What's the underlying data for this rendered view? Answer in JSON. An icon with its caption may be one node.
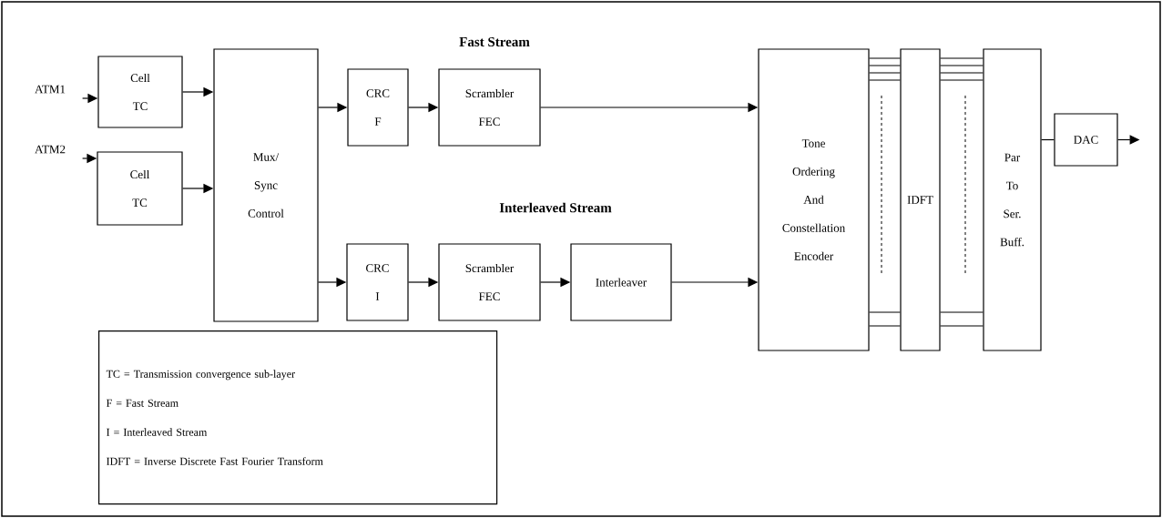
{
  "diagram": {
    "nodes": [
      {
        "text": [
          "ATM1"
        ]
      },
      {
        "text": [
          "Cell TC"
        ]
      },
      {
        "text": [
          "ATM2"
        ]
      },
      {
        "text": [
          "Cell TC"
        ]
      },
      {
        "text": [
          "Mux/ Sync Control"
        ]
      },
      {
        "text": [
          "CRC F"
        ]
      },
      {
        "text": [
          "Scrambler FEC"
        ]
      },
      {
        "text": [
          "CRC I"
        ]
      },
      {
        "text": [
          "Scrambler FEC"
        ]
      },
      {
        "text": [
          "Interleaver"
        ]
      },
      {
        "text": [
          "Tone Ordering And Constellation Encoder"
        ]
      },
      {
        "text": [
          "IDFT"
        ]
      },
      {
        "text": [
          "Par To Ser. Buff."
        ]
      },
      {
        "text": [
          "DAC"
        ]
      },
      {
        "text": [
          "TC = Transmission convergence sub-layer",
          "F = Fast Stream",
          "I = Interleaved Stream",
          "IDFT = Inverse Discrete Fast Fourier Transform"
        ]
      }
    ],
    "edges": [
      {
        "from": 0,
        "to": 1,
        "arrow": "to"
      },
      {
        "from": 2,
        "to": 3,
        "arrow": "to"
      },
      {
        "from": 1,
        "to": 4,
        "arrow": "to"
      },
      {
        "from": 3,
        "to": 4,
        "arrow": "to"
      },
      {
        "from": 4,
        "to": 5,
        "arrow": "to"
      },
      {
        "from": 5,
        "to": 6,
        "arrow": "to"
      },
      {
        "from": 6,
        "to": 10,
        "arrow": "to"
      },
      {
        "from": 4,
        "to": 7,
        "arrow": "to"
      },
      {
        "from": 7,
        "to": 8,
        "arrow": "to"
      },
      {
        "from": 8,
        "to": 9,
        "arrow": "to"
      },
      {
        "from": 9,
        "to": 10,
        "arrow": "to"
      },
      {
        "from": 10,
        "to": 11,
        "arrow": "none"
      },
      {
        "from": 10,
        "to": 11,
        "arrow": "none"
      },
      {
        "from": 10,
        "to": 11,
        "arrow": "none"
      },
      {
        "from": 10,
        "to": 11,
        "arrow": "none"
      },
      {
        "from": 10,
        "to": 11,
        "arrow": "none"
      },
      {
        "from": 10,
        "to": 11,
        "arrow": "none"
      },
      {
        "from": 11,
        "to": 12,
        "arrow": "none"
      },
      {
        "from": 11,
        "to": 12,
        "arrow": "none"
      },
      {
        "from": 11,
        "to": 12,
        "arrow": "none"
      },
      {
        "from": 11,
        "to": 12,
        "arrow": "none"
      },
      {
        "from": 11,
        "to": 12,
        "arrow": "none"
      },
      {
        "from": 11,
        "to": 12,
        "arrow": "none"
      },
      {
        "from": 12,
        "to": 13,
        "arrow": "none"
      },
      {
        "from": 13,
        "to": null,
        "arrow": "to"
      }
    ],
    "labels": [
      "Fast Stream",
      "Interleaved Stream"
    ]
  }
}
